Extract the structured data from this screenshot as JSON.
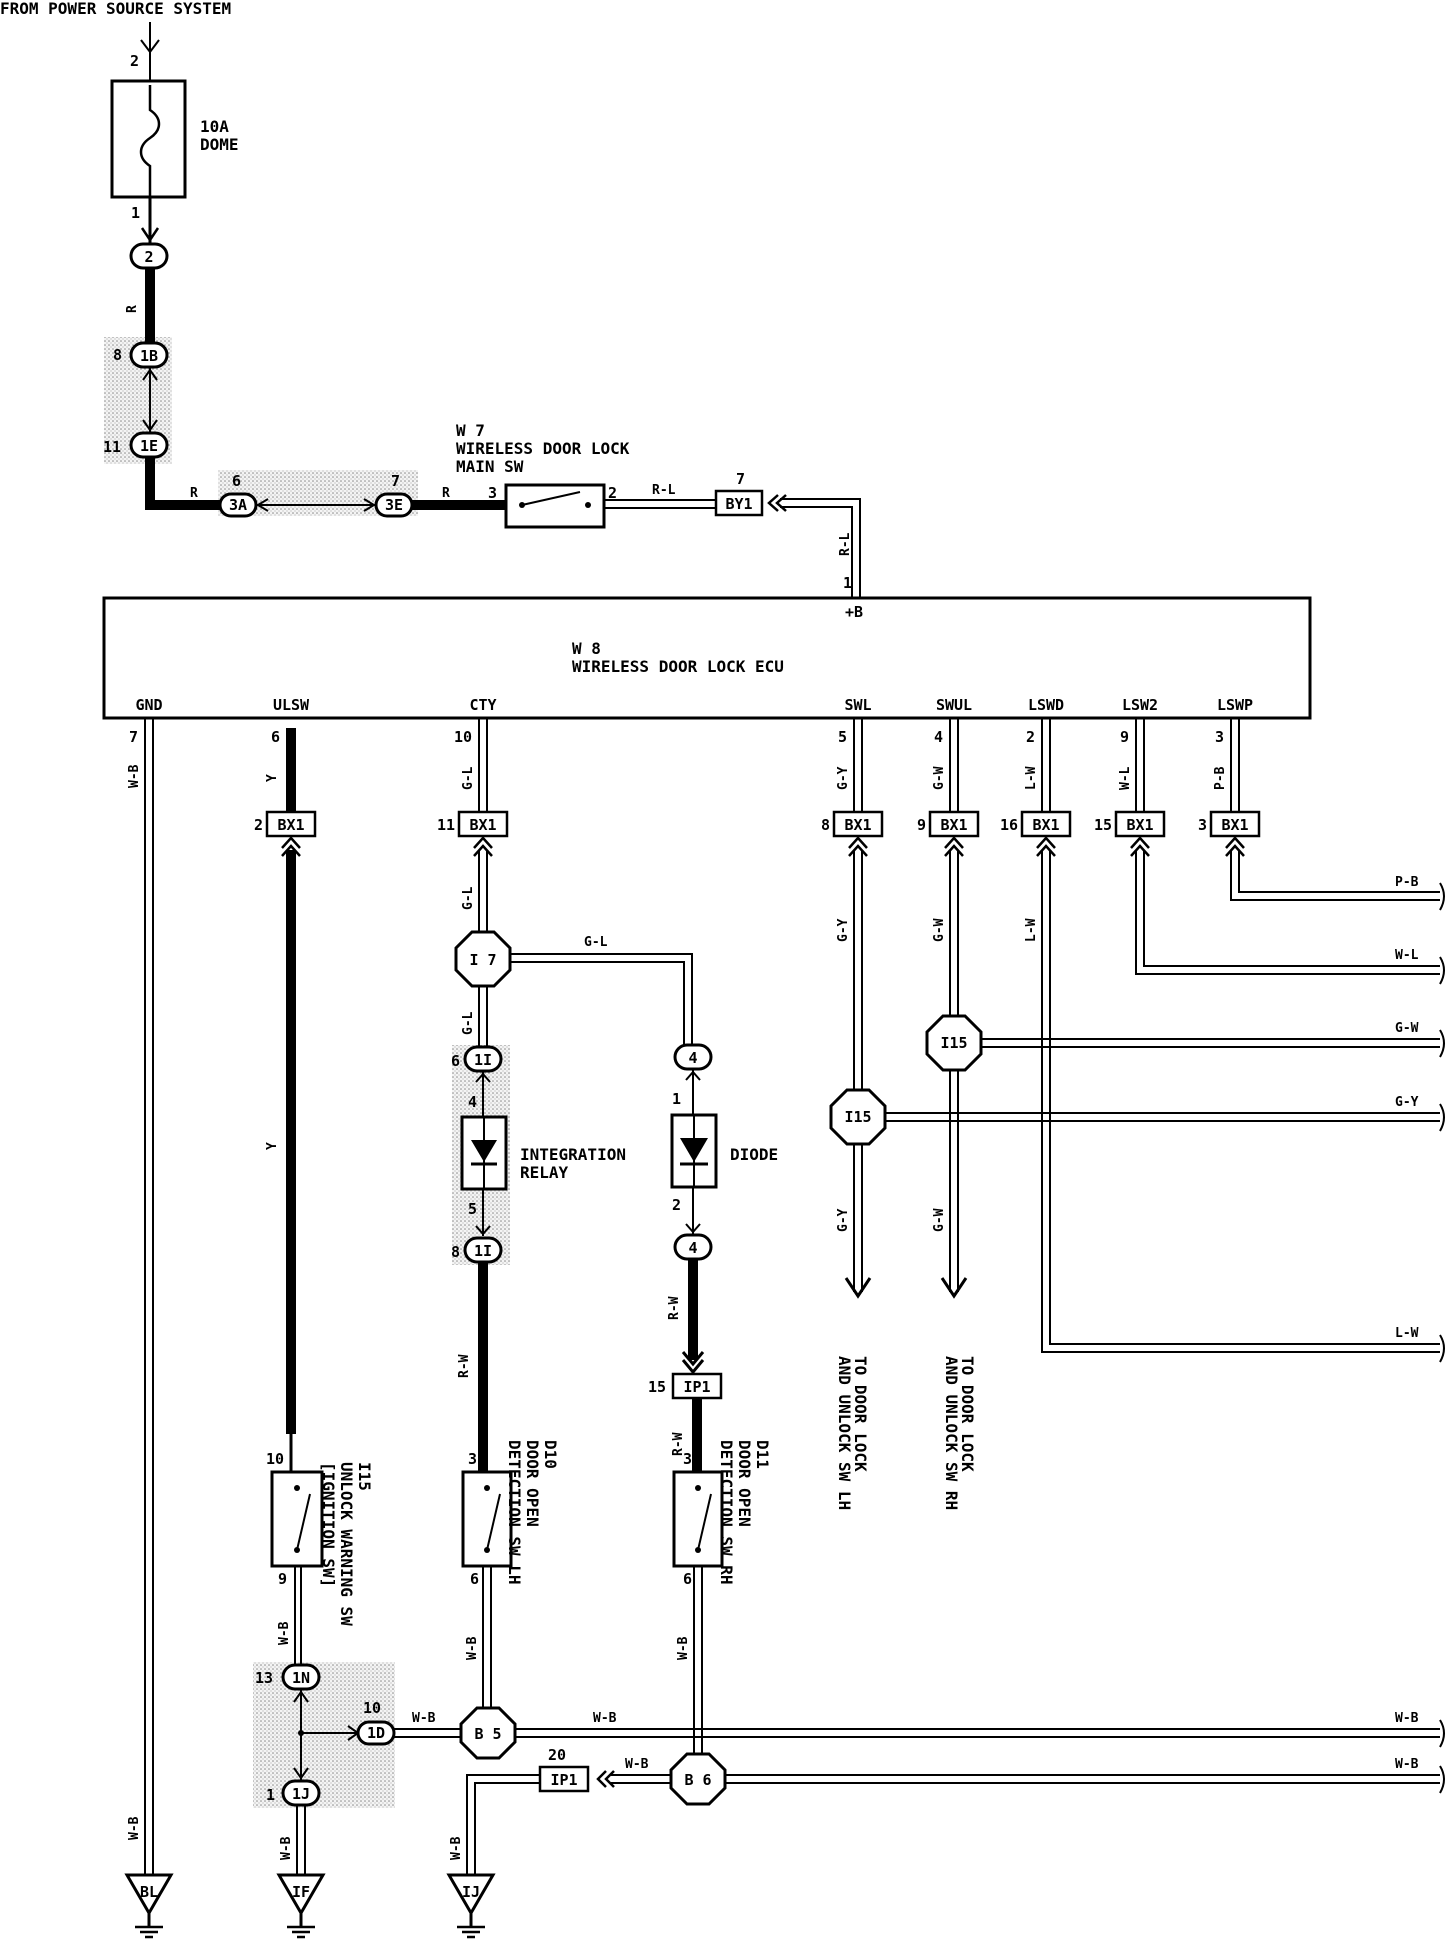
{
  "header": "FROM POWER SOURCE SYSTEM",
  "fuse": {
    "amp": "10A",
    "name": "DOME",
    "pin_in": "2",
    "pin_out": "1",
    "conn": "2"
  },
  "conns": {
    "c1B": "1B",
    "c1E": "1E",
    "c3A": "3A",
    "c3E": "3E",
    "c1I": "1I",
    "c1D": "1D",
    "c1N": "1N",
    "c1J": "1J",
    "p8a": "8",
    "p11a": "11",
    "p6a": "6",
    "p7a": "7",
    "p6b": "6",
    "p8b": "8",
    "p13": "13",
    "p10b": "10",
    "p1b": "1"
  },
  "w7": {
    "id": "W 7",
    "line1": "WIRELESS DOOR LOCK",
    "line2": "MAIN SW",
    "p3": "3",
    "p2": "2"
  },
  "by1": {
    "name": "BY1",
    "pin": "7"
  },
  "ecu": {
    "id": "W 8",
    "name": "WIRELESS DOOR LOCK ECU",
    "b_term": "+B"
  },
  "ecu_terms": [
    {
      "name": "GND",
      "pin": "7"
    },
    {
      "name": "ULSW",
      "pin": "6"
    },
    {
      "name": "CTY",
      "pin": "10"
    },
    {
      "name": "SWL",
      "pin": "5"
    },
    {
      "name": "SWUL",
      "pin": "4"
    },
    {
      "name": "LSWD",
      "pin": "2"
    },
    {
      "name": "LSW2",
      "pin": "9"
    },
    {
      "name": "LSWP",
      "pin": "3"
    }
  ],
  "bx1": [
    {
      "pin": "2",
      "name": "BX1"
    },
    {
      "pin": "11",
      "name": "BX1"
    },
    {
      "pin": "8",
      "name": "BX1"
    },
    {
      "pin": "9",
      "name": "BX1"
    },
    {
      "pin": "16",
      "name": "BX1"
    },
    {
      "pin": "15",
      "name": "BX1"
    },
    {
      "pin": "3",
      "name": "BX1"
    }
  ],
  "junctions": {
    "i7": "I 7",
    "i15a": "I15",
    "i15b": "I15",
    "b5": "B 5",
    "b6": "B 6"
  },
  "diode": {
    "name": "DIODE",
    "c_top": "4",
    "c_bot": "4",
    "p1": "1",
    "p2": "2"
  },
  "relay": {
    "line1": "INTEGRATION",
    "line2": "RELAY",
    "p4": "4",
    "p5": "5"
  },
  "ip1a": {
    "pin": "15",
    "name": "IP1"
  },
  "ip1b": {
    "pin": "20",
    "name": "IP1"
  },
  "sw_ignition": {
    "id": "I15",
    "line1": "UNLOCK WARNING SW",
    "line2": "[IGNITION SW]",
    "p10": "10",
    "p9": "9"
  },
  "sw_d10": {
    "id": "D10",
    "line1": "DOOR OPEN",
    "line2": "DETECTION SW LH",
    "p3": "3",
    "p6": "6"
  },
  "sw_d11": {
    "id": "D11",
    "line1": "DOOR OPEN",
    "line2": "DETECTION SW RH",
    "p3": "3",
    "p6": "6"
  },
  "to_lh": {
    "line1": "TO DOOR LOCK",
    "line2": "AND UNLOCK SW LH"
  },
  "to_rh": {
    "line1": "TO DOOR LOCK",
    "line2": "AND UNLOCK SW RH"
  },
  "grounds": [
    "BL",
    "IF",
    "IJ"
  ],
  "wires": {
    "R": "R",
    "RL": "R-L",
    "WB": "W-B",
    "Y": "Y",
    "GL": "G-L",
    "GY": "G-Y",
    "GW": "G-W",
    "LW": "L-W",
    "WL": "W-L",
    "PB": "P-B",
    "RW": "R-W"
  },
  "right_labels": [
    "P-B",
    "W-L",
    "G-W",
    "G-Y",
    "L-W",
    "W-B",
    "W-B"
  ]
}
